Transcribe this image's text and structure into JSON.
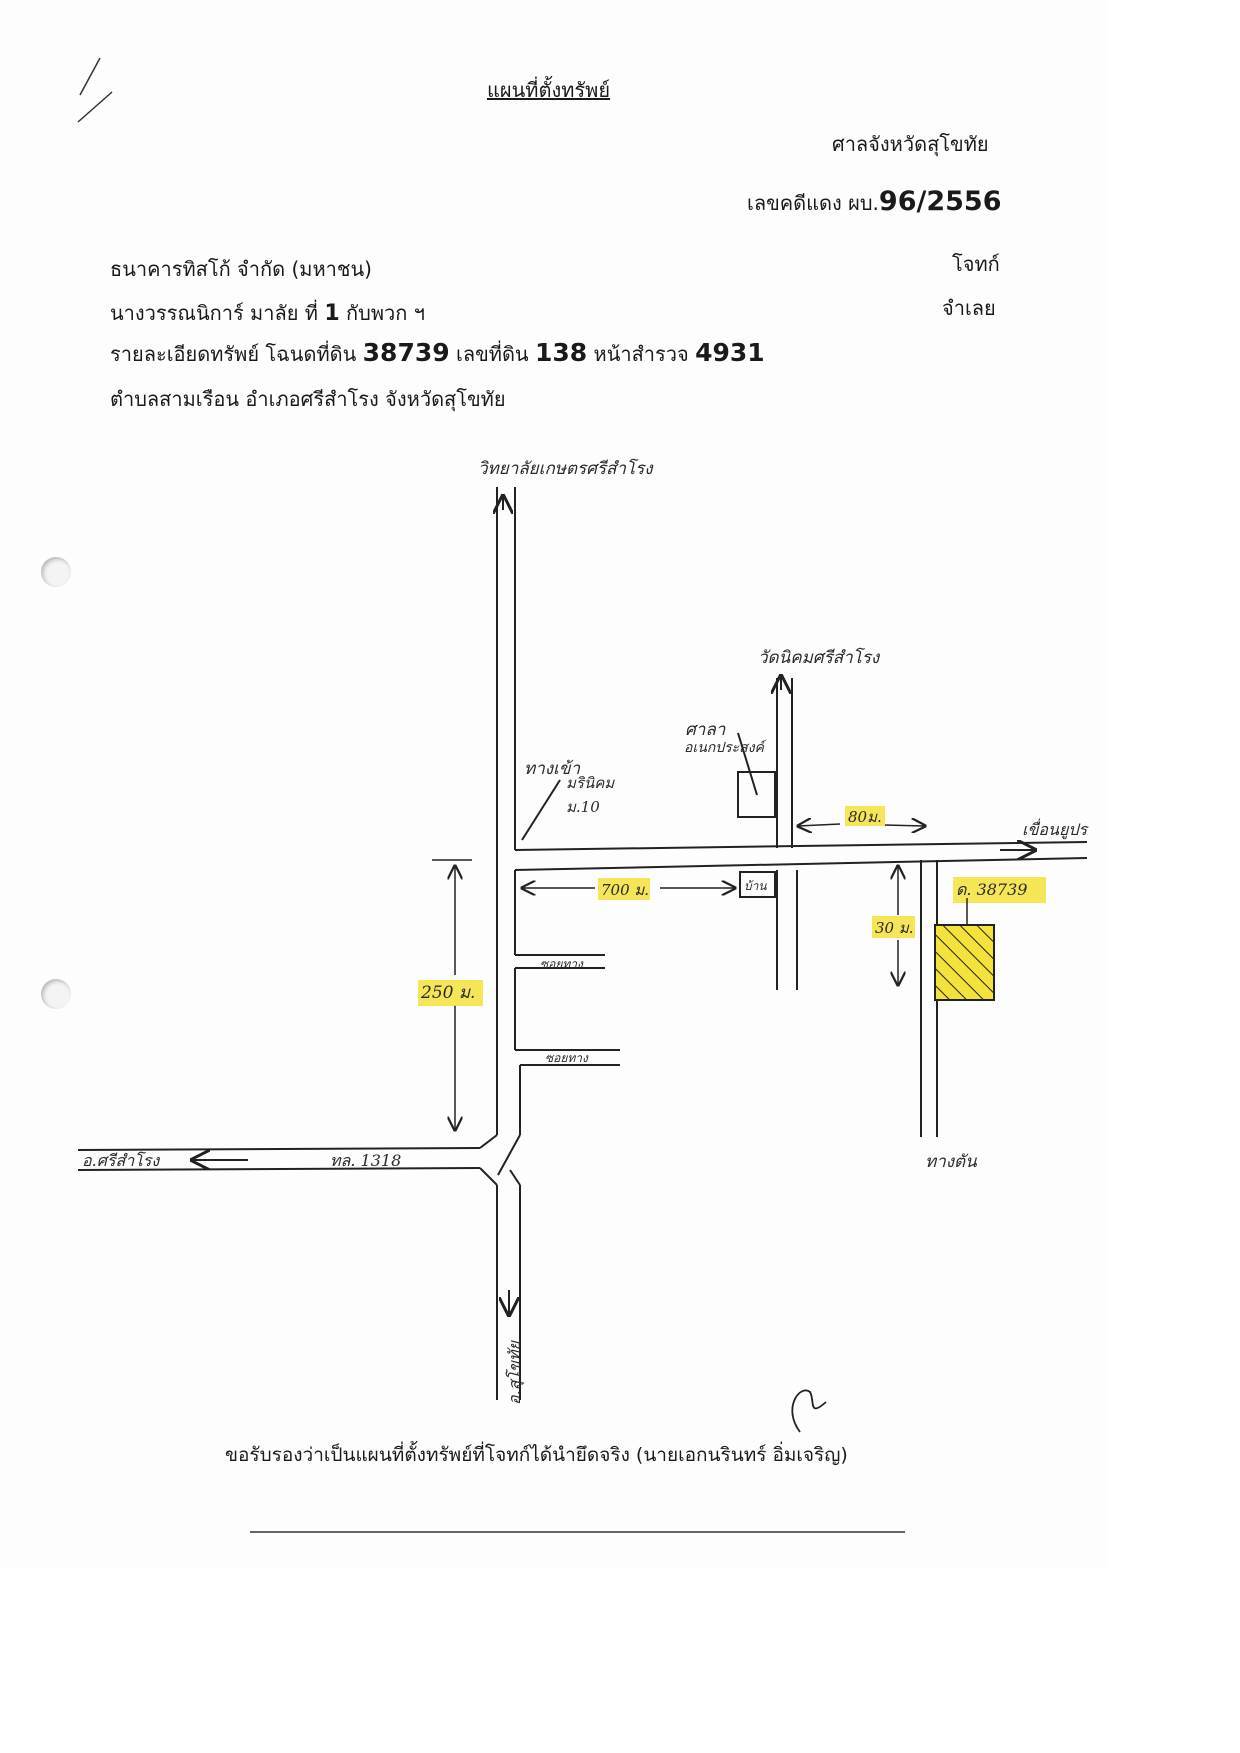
{
  "header": {
    "title": "แผนที่ตั้งทรัพย์",
    "court": "ศาลจังหวัดสุโขทัย",
    "case_prefix": "เลขคดีแดง ผบ.",
    "case_number": "96/2556",
    "plaintiff": "ธนาคารทิสโก้  จำกัด   (มหาชน)",
    "plaintiff_role": "โจทก์",
    "defendant_prefix": "นางวรรณนิการ์  มาลัย ที่ ",
    "defendant_number": "1",
    "defendant_suffix": "  กับพวก ฯ",
    "defendant_role": "จำเลย",
    "detail_label_1": "รายละเอียดทรัพย์ โฉนดที่ดิน ",
    "deed_number": "38739",
    "detail_label_2": "  เลขที่ดิน  ",
    "land_number": "138",
    "detail_label_3": " หน้าสำรวจ ",
    "survey_page": "4931",
    "location": "ตำบลสามเรือน  อำเภอศรีสำโรง  จังหวัดสุโขทัย"
  },
  "map": {
    "labels": {
      "top_destination": "วิทยาลัยเกษตรศรีสำโรง",
      "temple": "วัดนิคมศรีสำโรง",
      "hall": "ศาลา",
      "hall_sub": "อเนกประสงค์",
      "entrance": "ทางเข้า",
      "entrance_sub1": "มรินิคม",
      "entrance_sub2": "ม.10",
      "dist_80": "80ม.",
      "dist_700": "700 ม.",
      "dist_30": "30 ม.",
      "dist_250": "250 ม.",
      "house": "บ้าน",
      "deed_label": "ด. 38739",
      "right_road": "เขื่อนยูปร",
      "lane1": "ซอยทาง",
      "lane2": "ซอยทาง",
      "left_destination": "อ.ศรีสำโรง",
      "highway": "ทล. 1318",
      "dead_end": "ทางตัน",
      "bottom_destination": "อ.สุโขทัย"
    },
    "highlight_color": "#f3e23a"
  },
  "footer": {
    "certify": "ขอรับรองว่าเป็นแผนที่ตั้งทรัพย์ที่โจทก์ได้นำยึดจริง  (นายเอกนรินทร์  อิ่มเจริญ)"
  }
}
